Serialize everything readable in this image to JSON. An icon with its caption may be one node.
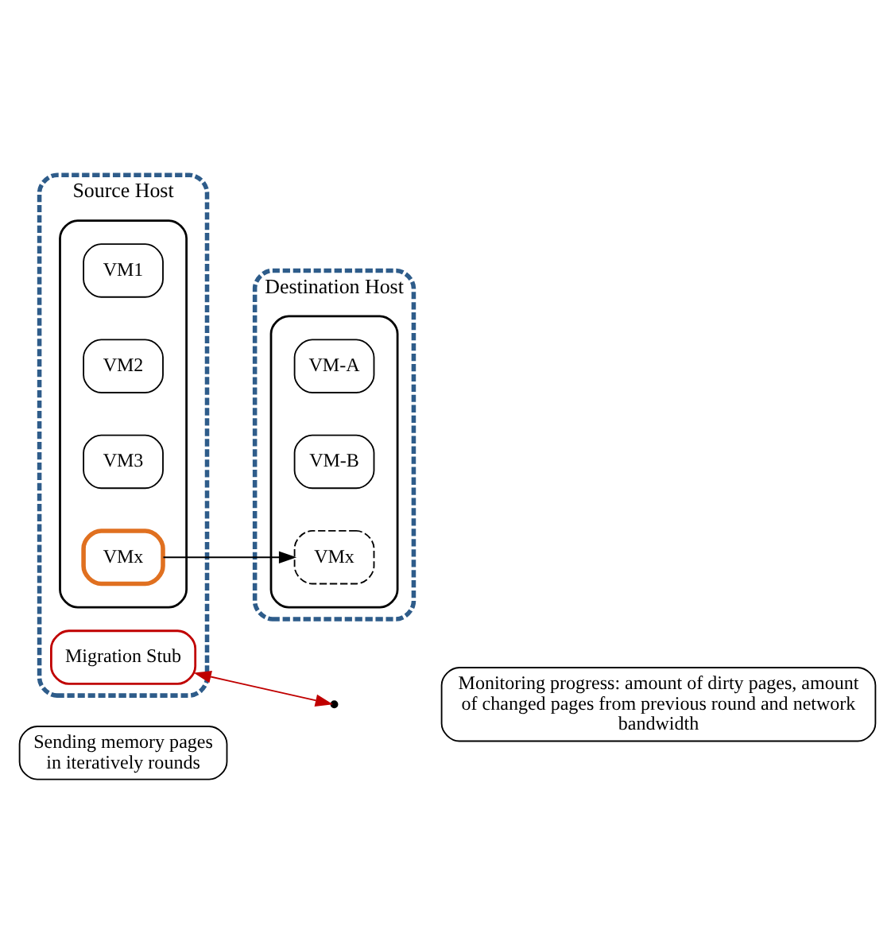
{
  "diagram": {
    "nodes": [
      {
        "text": [
          "Source Host"
        ]
      },
      {
        "text": [
          "Destination Host"
        ]
      },
      {
        "text": [],
        "shape": "box",
        "in": 0
      },
      {
        "text": [
          "VM1"
        ],
        "in": 2
      },
      {
        "text": [
          "VM2"
        ],
        "in": 2
      },
      {
        "text": [
          "VM3"
        ],
        "in": 2
      },
      {
        "text": [
          "VMx"
        ],
        "in": 2
      },
      {
        "text": [
          "Migration Stub"
        ],
        "in": 0
      },
      {
        "text": [],
        "shape": "box",
        "in": 1
      },
      {
        "text": [
          "VM-A"
        ],
        "in": 8
      },
      {
        "text": [
          "VM-B"
        ],
        "in": 8
      },
      {
        "text": [
          "VMx"
        ],
        "in": 8
      },
      {
        "text": [
          "Sending memory pages in iteratively rounds"
        ]
      },
      {
        "text": [
          "Monitoring progress: amount of dirty pages, amount of changed pages from previous round and network bandwidth"
        ]
      }
    ],
    "edges": [
      {
        "from": 6,
        "to": 11,
        "arrow": "to"
      },
      {
        "from": 7,
        "to": null,
        "arrow": "both",
        "color": "#c00000"
      }
    ]
  }
}
